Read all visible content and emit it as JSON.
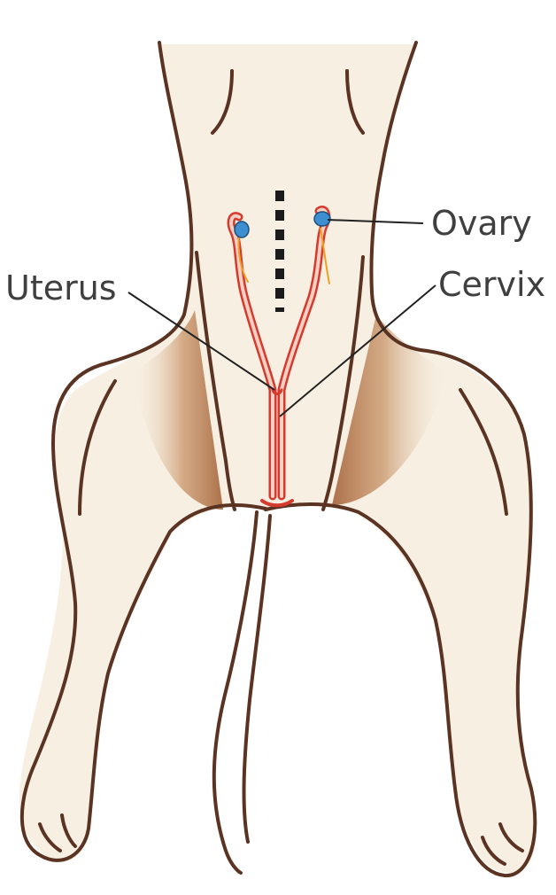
{
  "labels": {
    "ovary": "Ovary",
    "uterus": "Uterus",
    "cervix": "Cervix"
  },
  "colors": {
    "outline": "#5a3322",
    "body_fill": "#f7efe2",
    "shadow": "#b67c52",
    "uterus_outer": "#d63a2e",
    "uterus_inner": "#f6d0c2",
    "ovary": "#3e8fd0",
    "ovary_duct": "#f0a020",
    "leader": "#222222",
    "incision": "#1b1b1b"
  },
  "icons": [
    "dog-abdomen-illustration"
  ]
}
